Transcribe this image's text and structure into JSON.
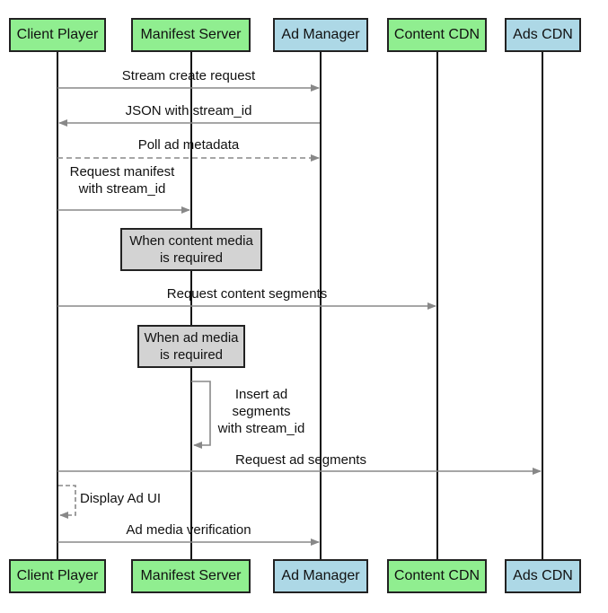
{
  "participants": [
    {
      "id": "client",
      "label": "Client Player",
      "color": "#90ee90"
    },
    {
      "id": "manifest",
      "label": "Manifest Server",
      "color": "#90ee90"
    },
    {
      "id": "admanager",
      "label": "Ad Manager",
      "color": "#add8e6"
    },
    {
      "id": "contentcdn",
      "label": "Content CDN",
      "color": "#90ee90"
    },
    {
      "id": "adscdn",
      "label": "Ads CDN",
      "color": "#add8e6"
    }
  ],
  "messages": {
    "stream_create": "Stream create request",
    "json_stream_id": "JSON with stream_id",
    "poll_metadata": "Poll ad metadata",
    "request_manifest_1": "Request manifest",
    "request_manifest_2": "with stream_id",
    "request_content": "Request content segments",
    "insert_ad_1": "Insert ad",
    "insert_ad_2": "segments",
    "insert_ad_3": "with stream_id",
    "request_ad": "Request ad segments",
    "display_ad_ui": "Display Ad UI",
    "ad_verification": "Ad media verification"
  },
  "notes": {
    "content_media_1": "When content media",
    "content_media_2": "is required",
    "ad_media_1": "When ad media",
    "ad_media_2": "is required"
  }
}
